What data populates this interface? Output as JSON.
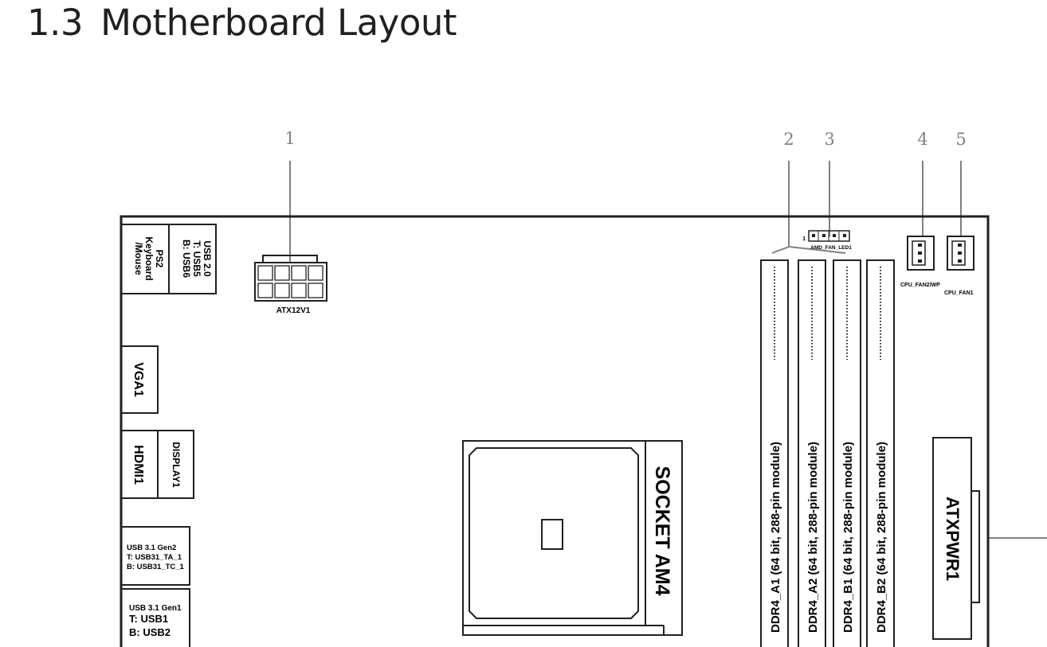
{
  "title": {
    "number": "1.3",
    "text": "Motherboard Layout"
  },
  "callouts": [
    "1",
    "2",
    "3",
    "4",
    "5"
  ],
  "io": {
    "ps2": [
      "PS2",
      "Keyboard",
      "/Mouse"
    ],
    "usb20": [
      "USB 2.0",
      "T: USB5",
      "B: USB6"
    ],
    "vga": "VGA1",
    "hdmi": "HDMI1",
    "display": "DISPLAY1",
    "usb31gen2": [
      "USB 3.1 Gen2",
      "T: USB31_TA_1",
      "B: USB31_TC_1"
    ],
    "usb31gen1": [
      "USB 3.1 Gen1",
      "T: USB1",
      "B: USB2"
    ]
  },
  "connectors": {
    "atx12v": "ATX12V1",
    "fan_led": "AMD_FAN_LED1",
    "fan_led_pin": "1",
    "cpu_fan2": "CPU_FAN2/WP",
    "cpu_fan1": "CPU_FAN1",
    "atxpwr": "ATXPWR1"
  },
  "socket": "SOCKET AM4",
  "dimms": [
    "DDR4_A1 (64 bit, 288-pin module)",
    "DDR4_A2 (64 bit, 288-pin module)",
    "DDR4_B1 (64 bit, 288-pin module)",
    "DDR4_B2 (64 bit, 288-pin module)"
  ]
}
